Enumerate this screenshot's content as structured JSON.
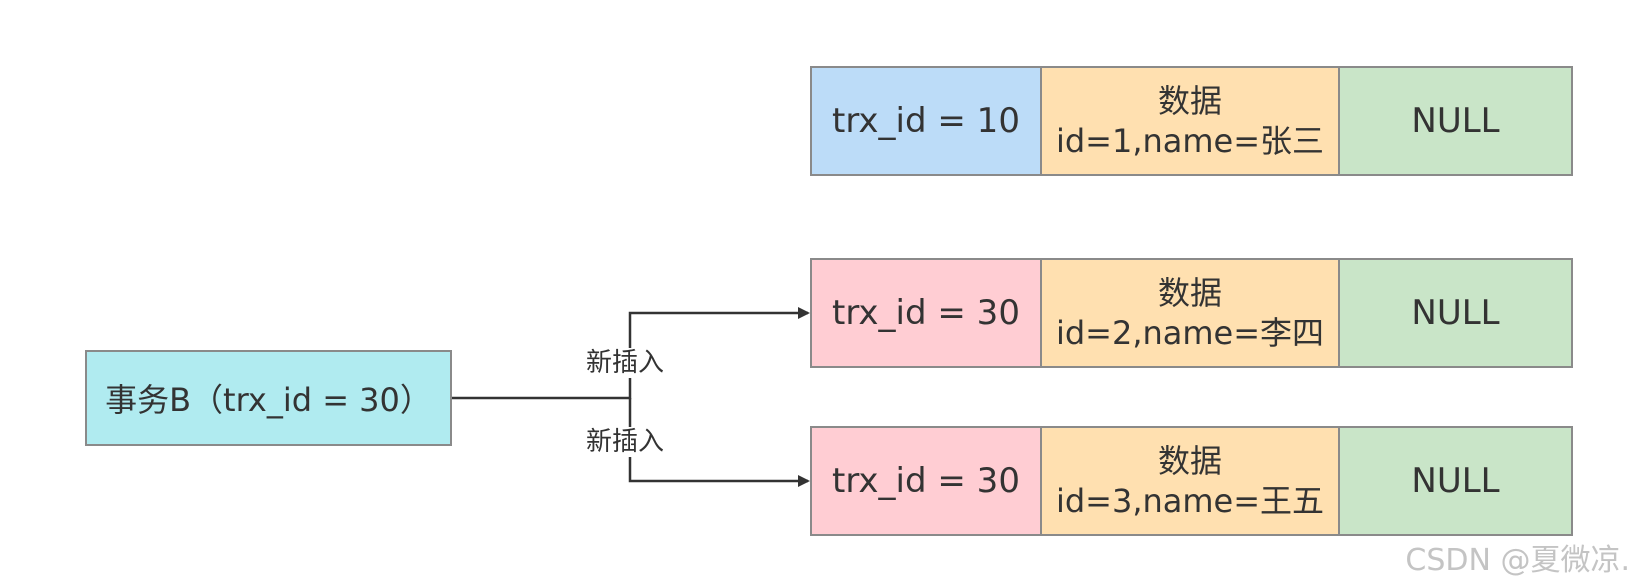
{
  "transaction": {
    "label": "事务B（trx_id = 30）"
  },
  "rows": [
    {
      "trx_label": "trx_id = 10",
      "data_title": "数据",
      "data_value": "id=1,name=张三",
      "pointer": "NULL",
      "trx_color": "#bcdcf8"
    },
    {
      "trx_label": "trx_id = 30",
      "data_title": "数据",
      "data_value": "id=2,name=李四",
      "pointer": "NULL",
      "trx_color": "#ffcdd3"
    },
    {
      "trx_label": "trx_id = 30",
      "data_title": "数据",
      "data_value": "id=3,name=王五",
      "pointer": "NULL",
      "trx_color": "#ffcdd3"
    }
  ],
  "edges": [
    {
      "label": "新插入"
    },
    {
      "label": "新插入"
    }
  ],
  "watermark": "CSDN @夏微凉.",
  "colors": {
    "transaction_fill": "#b0ebf0",
    "data_fill": "#ffe0b0",
    "pointer_fill": "#c9e5c8",
    "border": "#8a8a8a",
    "arrow": "#333333"
  }
}
